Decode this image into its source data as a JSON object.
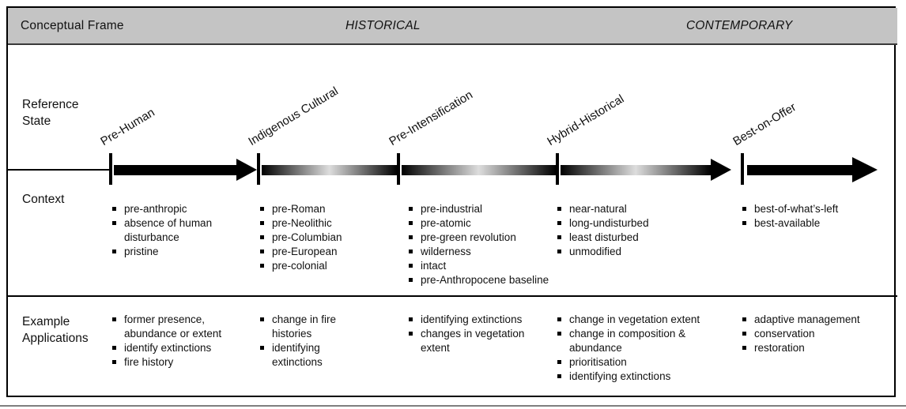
{
  "header": {
    "left_label": "Conceptual Frame",
    "era_historical": "HISTORICAL",
    "era_contemporary": "CONTEMPORARY"
  },
  "row_labels": {
    "reference_state": "Reference State",
    "context": "Context",
    "applications": "Example Applications"
  },
  "colors": {
    "header_bg": "#c4c4c4",
    "line": "#000000",
    "gradient_light": "#dddddd"
  },
  "reference_states": [
    {
      "label": "Pre-Human",
      "segment_style": "solid-black-arrow",
      "context": [
        "pre-anthropic",
        "absence of human disturbance",
        "pristine"
      ],
      "applications": [
        "former presence, abundance or extent",
        "identify extinctions",
        "fire history"
      ]
    },
    {
      "label": "Indigenous Cultural",
      "segment_style": "gradient",
      "context": [
        "pre-Roman",
        "pre-Neolithic",
        "pre-Columbian",
        "pre-European",
        "pre-colonial"
      ],
      "applications": [
        "change in fire histories",
        "identifying extinctions"
      ]
    },
    {
      "label": "Pre-Intensification",
      "segment_style": "gradient",
      "context": [
        "pre-industrial",
        "pre-atomic",
        "pre-green revolution",
        "wilderness",
        "intact",
        "pre-Anthropocene baseline"
      ],
      "applications": [
        "identifying extinctions",
        "changes in vegetation extent"
      ]
    },
    {
      "label": "Hybrid-Historical",
      "segment_style": "gradient-arrow",
      "context": [
        "near-natural",
        "long-undisturbed",
        "least disturbed",
        "unmodified"
      ],
      "applications": [
        "change in vegetation extent",
        "change in composition & abundance",
        "prioritisation",
        "identifying extinctions"
      ]
    },
    {
      "label": "Best-on-Offer",
      "segment_style": "solid-black-arrow",
      "context": [
        "best-of-what’s-left",
        "best-available"
      ],
      "applications": [
        "adaptive management",
        "conservation",
        "restoration"
      ]
    }
  ]
}
